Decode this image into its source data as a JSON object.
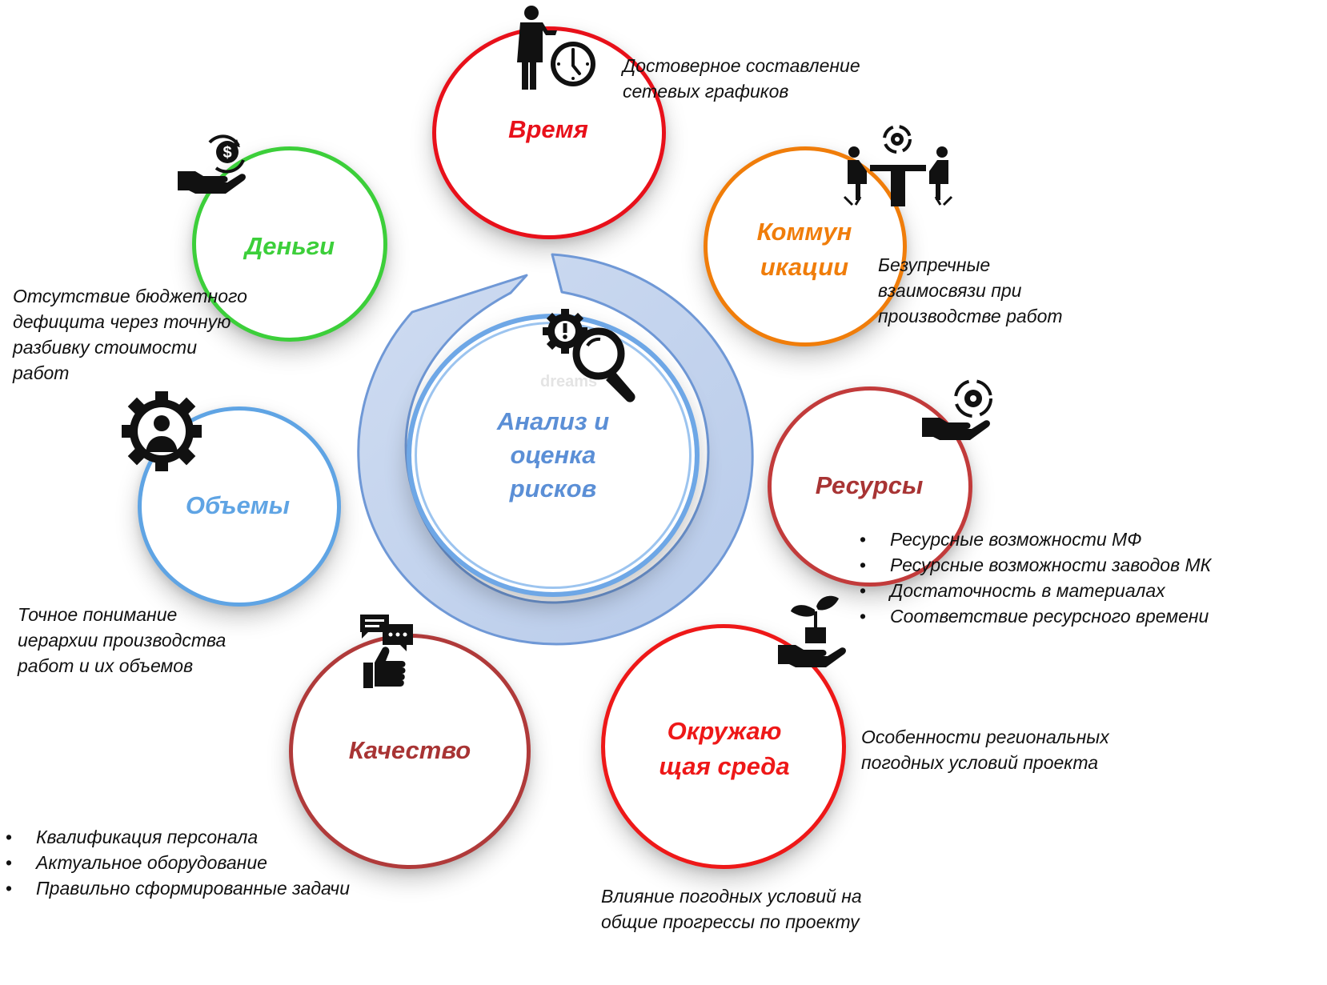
{
  "center": {
    "label": "Анализ и\nоценка\nрисков",
    "color": "#5b8fd6"
  },
  "nodes": {
    "time": {
      "label": "Время",
      "color": "#e8101a",
      "note": "Достоверное составление\nсетевых графиков",
      "icon": "businessman-clock-icon"
    },
    "communications": {
      "label": "Коммун\nикации",
      "color": "#f07d0a",
      "note": "Безупречные\nвзаимосвязи при\nпроизводстве работ",
      "icon": "meeting-table-gear-icon"
    },
    "money": {
      "label": "Деньги",
      "color": "#3ccf3a",
      "note": "Отсутствие бюджетного\nдефицита через точную\nразбивку стоимости\nработ",
      "icon": "hand-dollar-coin-icon"
    },
    "volumes": {
      "label": "Объемы",
      "color": "#5fa4e4",
      "note": "Точное понимание\nиерархии производства\nработ и их объемов",
      "icon": "gear-person-icon"
    },
    "resources": {
      "label": "Ресурсы",
      "color": "#c23b3b",
      "items": [
        "Ресурсные возможности МФ",
        "Ресурсные возможности заводов МК",
        "Достаточность в материалах",
        "Соответствие ресурсного времени"
      ],
      "icon": "hand-gear-icon"
    },
    "quality": {
      "label": "Качество",
      "color": "#b03a3a",
      "items": [
        "Квалификация персонала",
        "Актуальное оборудование",
        "Правильно сформированные задачи"
      ],
      "icon": "thumbs-up-chat-icon"
    },
    "environment": {
      "label": "Окружаю\nщая среда",
      "color": "#ee1818",
      "note_right": "Особенности региональных\nпогодных условий проекта",
      "note_bottom": "Влияние погодных условий на\nобщие прогрессы по проекту",
      "icon": "hand-plant-icon"
    }
  },
  "watermark": "dreams"
}
